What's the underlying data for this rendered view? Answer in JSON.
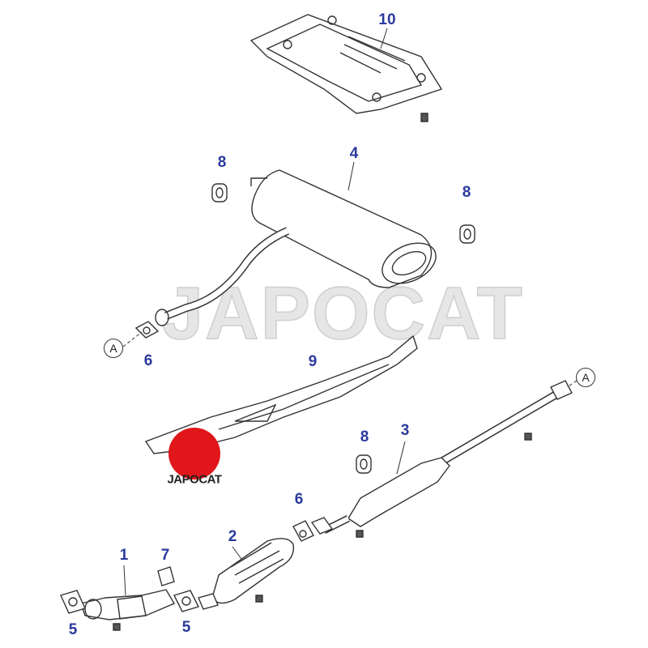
{
  "watermark": "JAPOCAT",
  "logo": {
    "text": "JAPOCAT",
    "color": "#e0161b"
  },
  "callouts": {
    "p10": "10",
    "p4": "4",
    "p8a": "8",
    "p8b": "8",
    "p8c": "8",
    "p6a": "6",
    "p6b": "6",
    "p9": "9",
    "p3": "3",
    "p2": "2",
    "p1": "1",
    "p7": "7",
    "p5a": "5",
    "p5b": "5"
  },
  "connectors": {
    "a1": "A",
    "a2": "A"
  },
  "label_color": "#2b3a9c"
}
